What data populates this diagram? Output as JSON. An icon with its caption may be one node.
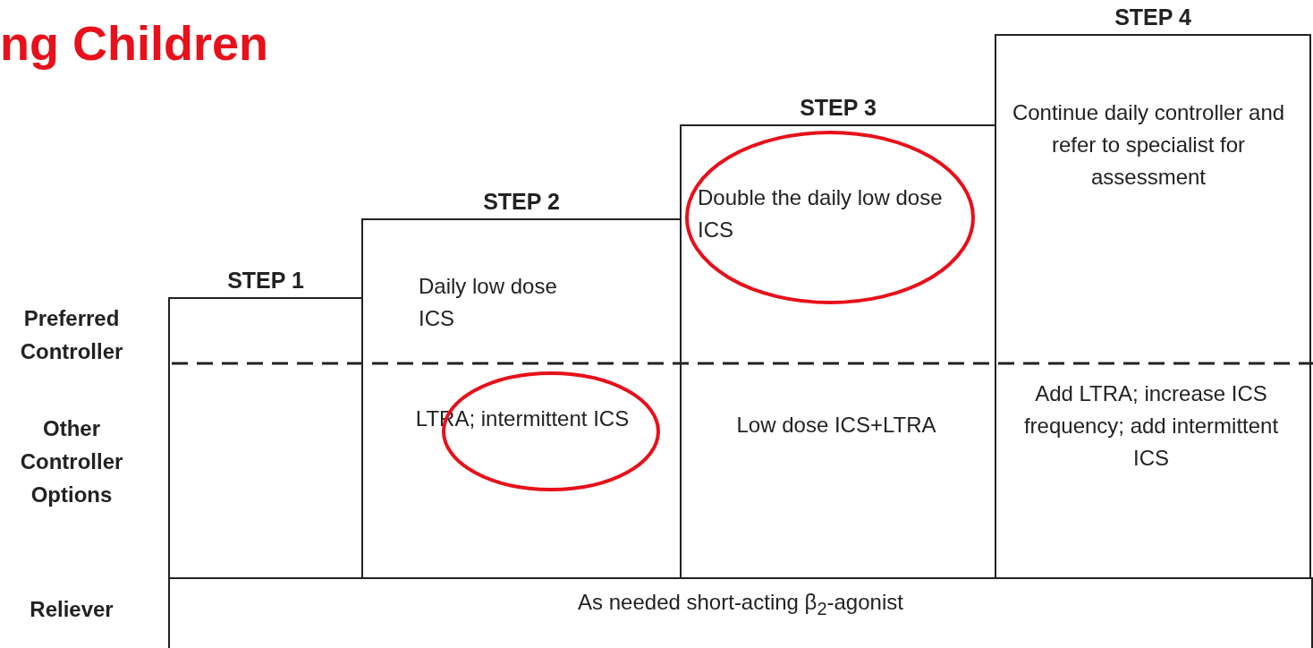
{
  "diagram": {
    "title": "ng Children",
    "nodes": [
      {
        "text": [
          "STEP 1"
        ]
      },
      {
        "text": [
          "STEP 2",
          "Daily low dose ICS",
          "LTRA; intermittent ICS"
        ]
      },
      {
        "text": [
          "STEP 3",
          "Double the daily low dose ICS",
          "Low dose ICS+LTRA"
        ]
      },
      {
        "text": [
          "STEP 4",
          "Continue daily controller and refer to specialist for assessment",
          "Add LTRA; increase ICS frequency; add intermittent ICS"
        ]
      },
      {
        "text": [
          "As needed short-acting β$_{2}$-agonist"
        ]
      }
    ],
    "edges": [],
    "labels": [
      "Preferred Controller",
      "Other Controller Options",
      "Reliever"
    ]
  }
}
